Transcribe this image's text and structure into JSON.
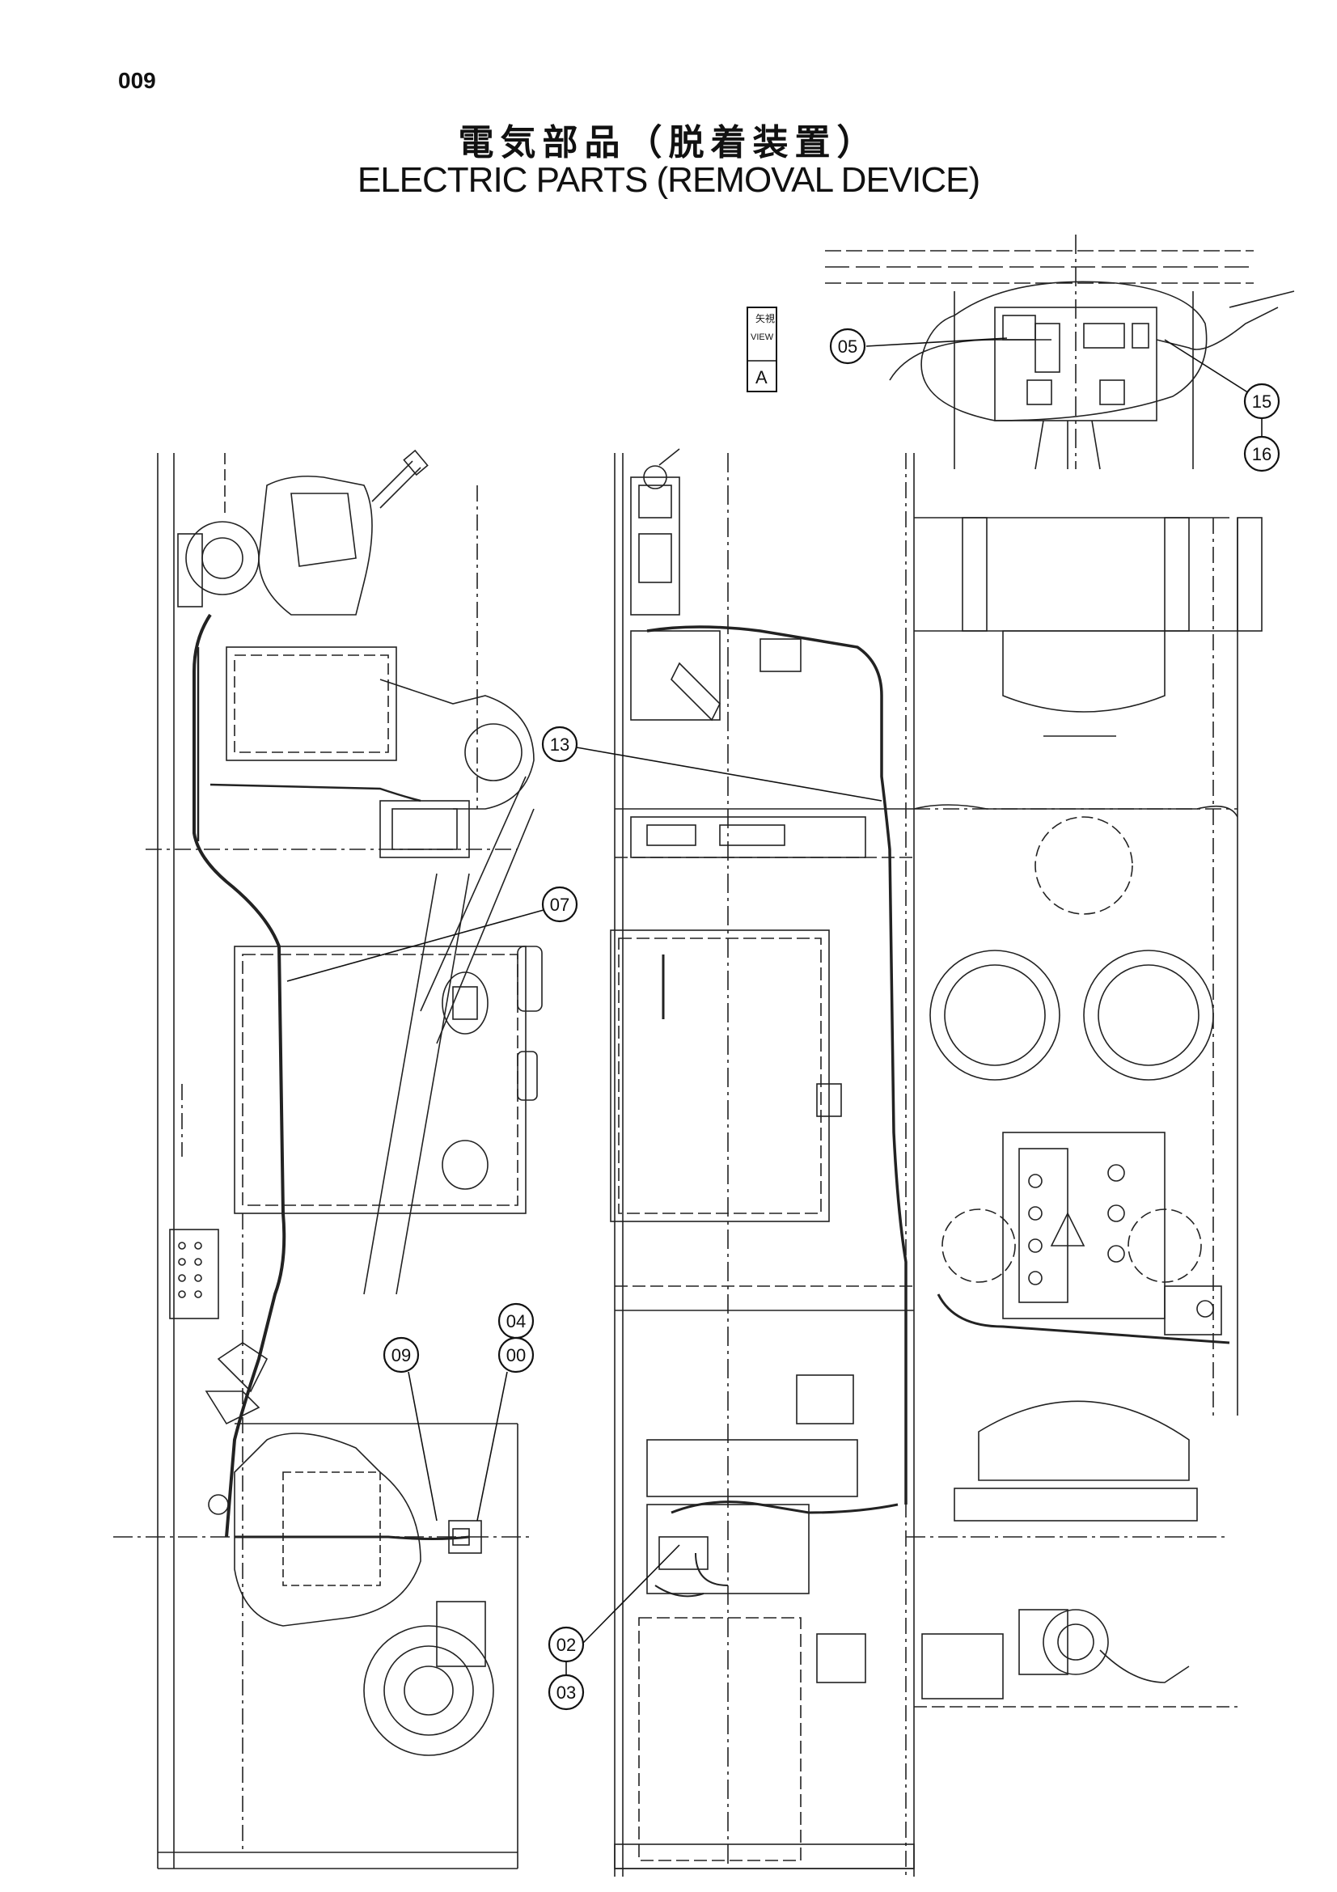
{
  "page": {
    "number": "009"
  },
  "title": {
    "japanese": "電気部品（脱着装置）",
    "english": "ELECTRIC PARTS (REMOVAL DEVICE)"
  },
  "view_label": {
    "jp": "矢視",
    "en": "VIEW",
    "letter": "A"
  },
  "callouts": [
    {
      "id": "callout-05",
      "label": "05"
    },
    {
      "id": "callout-15",
      "label": "15"
    },
    {
      "id": "callout-16",
      "label": "16"
    },
    {
      "id": "callout-13",
      "label": "13"
    },
    {
      "id": "callout-07",
      "label": "07"
    },
    {
      "id": "callout-04",
      "label": "04"
    },
    {
      "id": "callout-00",
      "label": "00"
    },
    {
      "id": "callout-09",
      "label": "09"
    },
    {
      "id": "callout-02",
      "label": "02"
    },
    {
      "id": "callout-03",
      "label": "03"
    }
  ]
}
